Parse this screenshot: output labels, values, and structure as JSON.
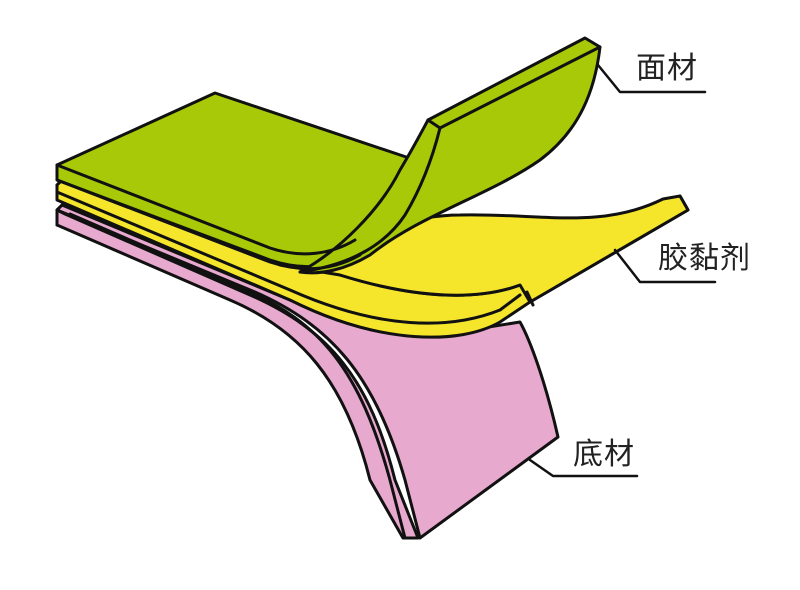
{
  "diagram": {
    "type": "layered-material-cross-section",
    "layers": [
      {
        "id": "face",
        "label": "面材",
        "color": "#a8c908"
      },
      {
        "id": "adhesive",
        "label": "胶黏剂",
        "color": "#f5e62c"
      },
      {
        "id": "backing",
        "label": "底材",
        "color": "#e8a9cf"
      }
    ],
    "outline_color": "#111111",
    "background": "#ffffff"
  }
}
